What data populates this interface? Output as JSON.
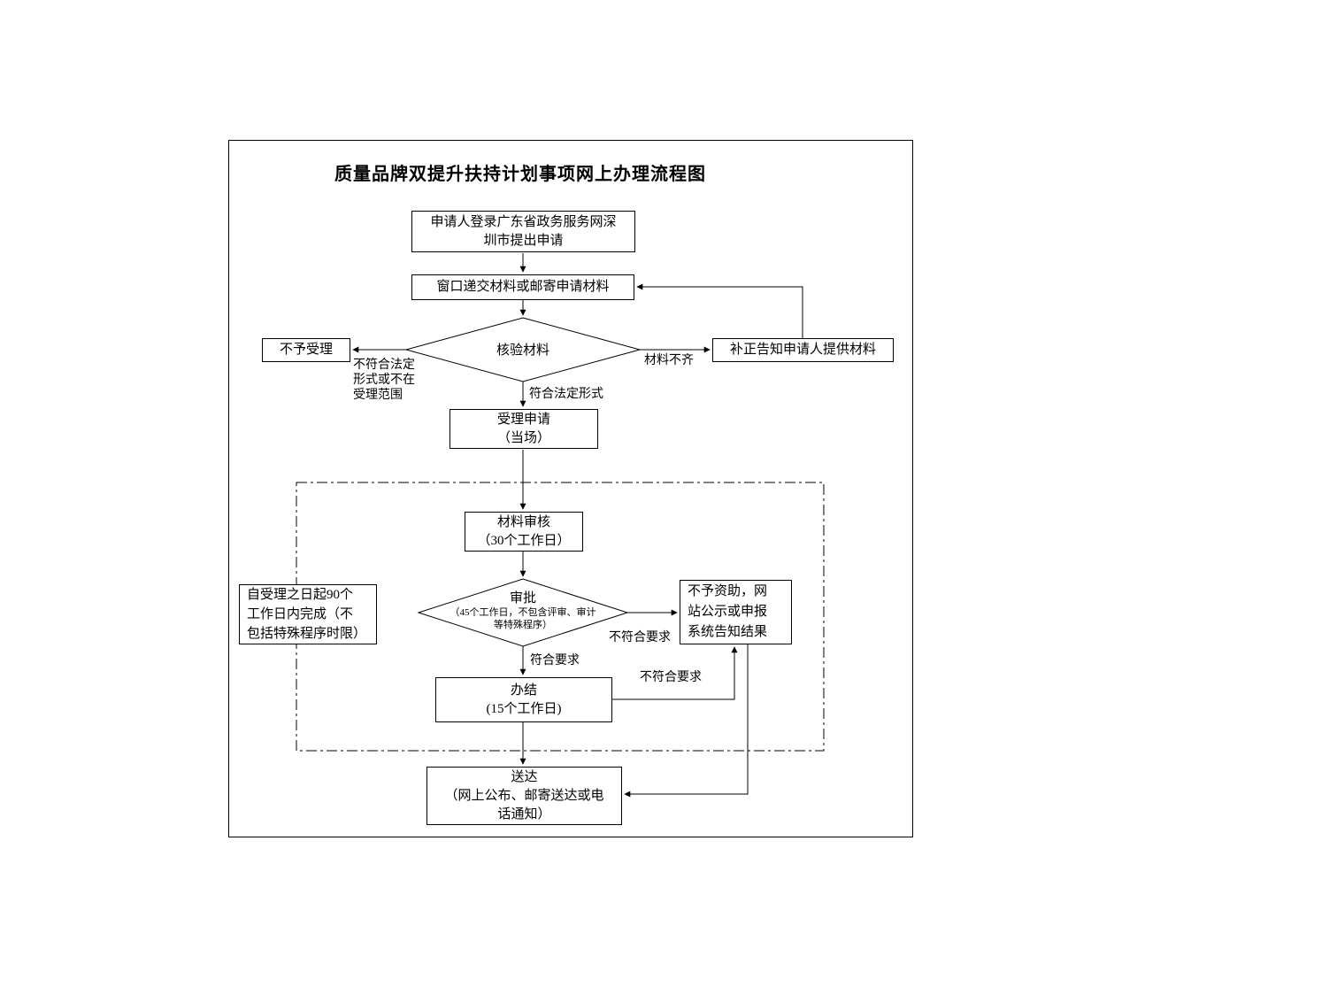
{
  "title": "质量品牌双提升扶持计划事项网上办理流程图",
  "nodes": {
    "apply": {
      "lines": [
        "申请人登录广东省政务服务网深",
        "圳市提出申请"
      ]
    },
    "submit": {
      "lines": [
        "窗口递交材料或邮寄申请材料"
      ]
    },
    "verify": {
      "lines": [
        "核验材料"
      ]
    },
    "reject": {
      "lines": [
        "不予受理"
      ]
    },
    "supplement": {
      "lines": [
        "补正告知申请人提供材料"
      ]
    },
    "accept": {
      "lines": [
        "受理申请",
        "（当场）"
      ]
    },
    "review": {
      "lines": [
        "材料审核",
        "（30个工作日）"
      ]
    },
    "approve": {
      "lines": [
        "审批",
        "（45个工作日，不包含评审、审计",
        "等特殊程序）"
      ]
    },
    "deadline": {
      "lines": [
        "自受理之日起90个",
        "工作日内完成（不",
        "包括特殊程序时限）"
      ]
    },
    "no_fund": {
      "lines": [
        "不予资助，网",
        "站公示或申报",
        "系统告知结果"
      ]
    },
    "complete": {
      "lines": [
        "办结",
        "(15个工作日)"
      ]
    },
    "deliver": {
      "lines": [
        "送达",
        "（网上公布、邮寄送达或电",
        "话通知）"
      ]
    }
  },
  "edge_labels": {
    "not_legal": {
      "lines": [
        "不符合法定",
        "形式或不在",
        "受理范围"
      ]
    },
    "incomplete": "材料不齐",
    "legal": "符合法定形式",
    "not_meet_approve": "不符合要求",
    "meet": "符合要求",
    "not_meet_complete": "不符合要求"
  },
  "colors": {
    "line": "#000000",
    "background": "#ffffff"
  }
}
